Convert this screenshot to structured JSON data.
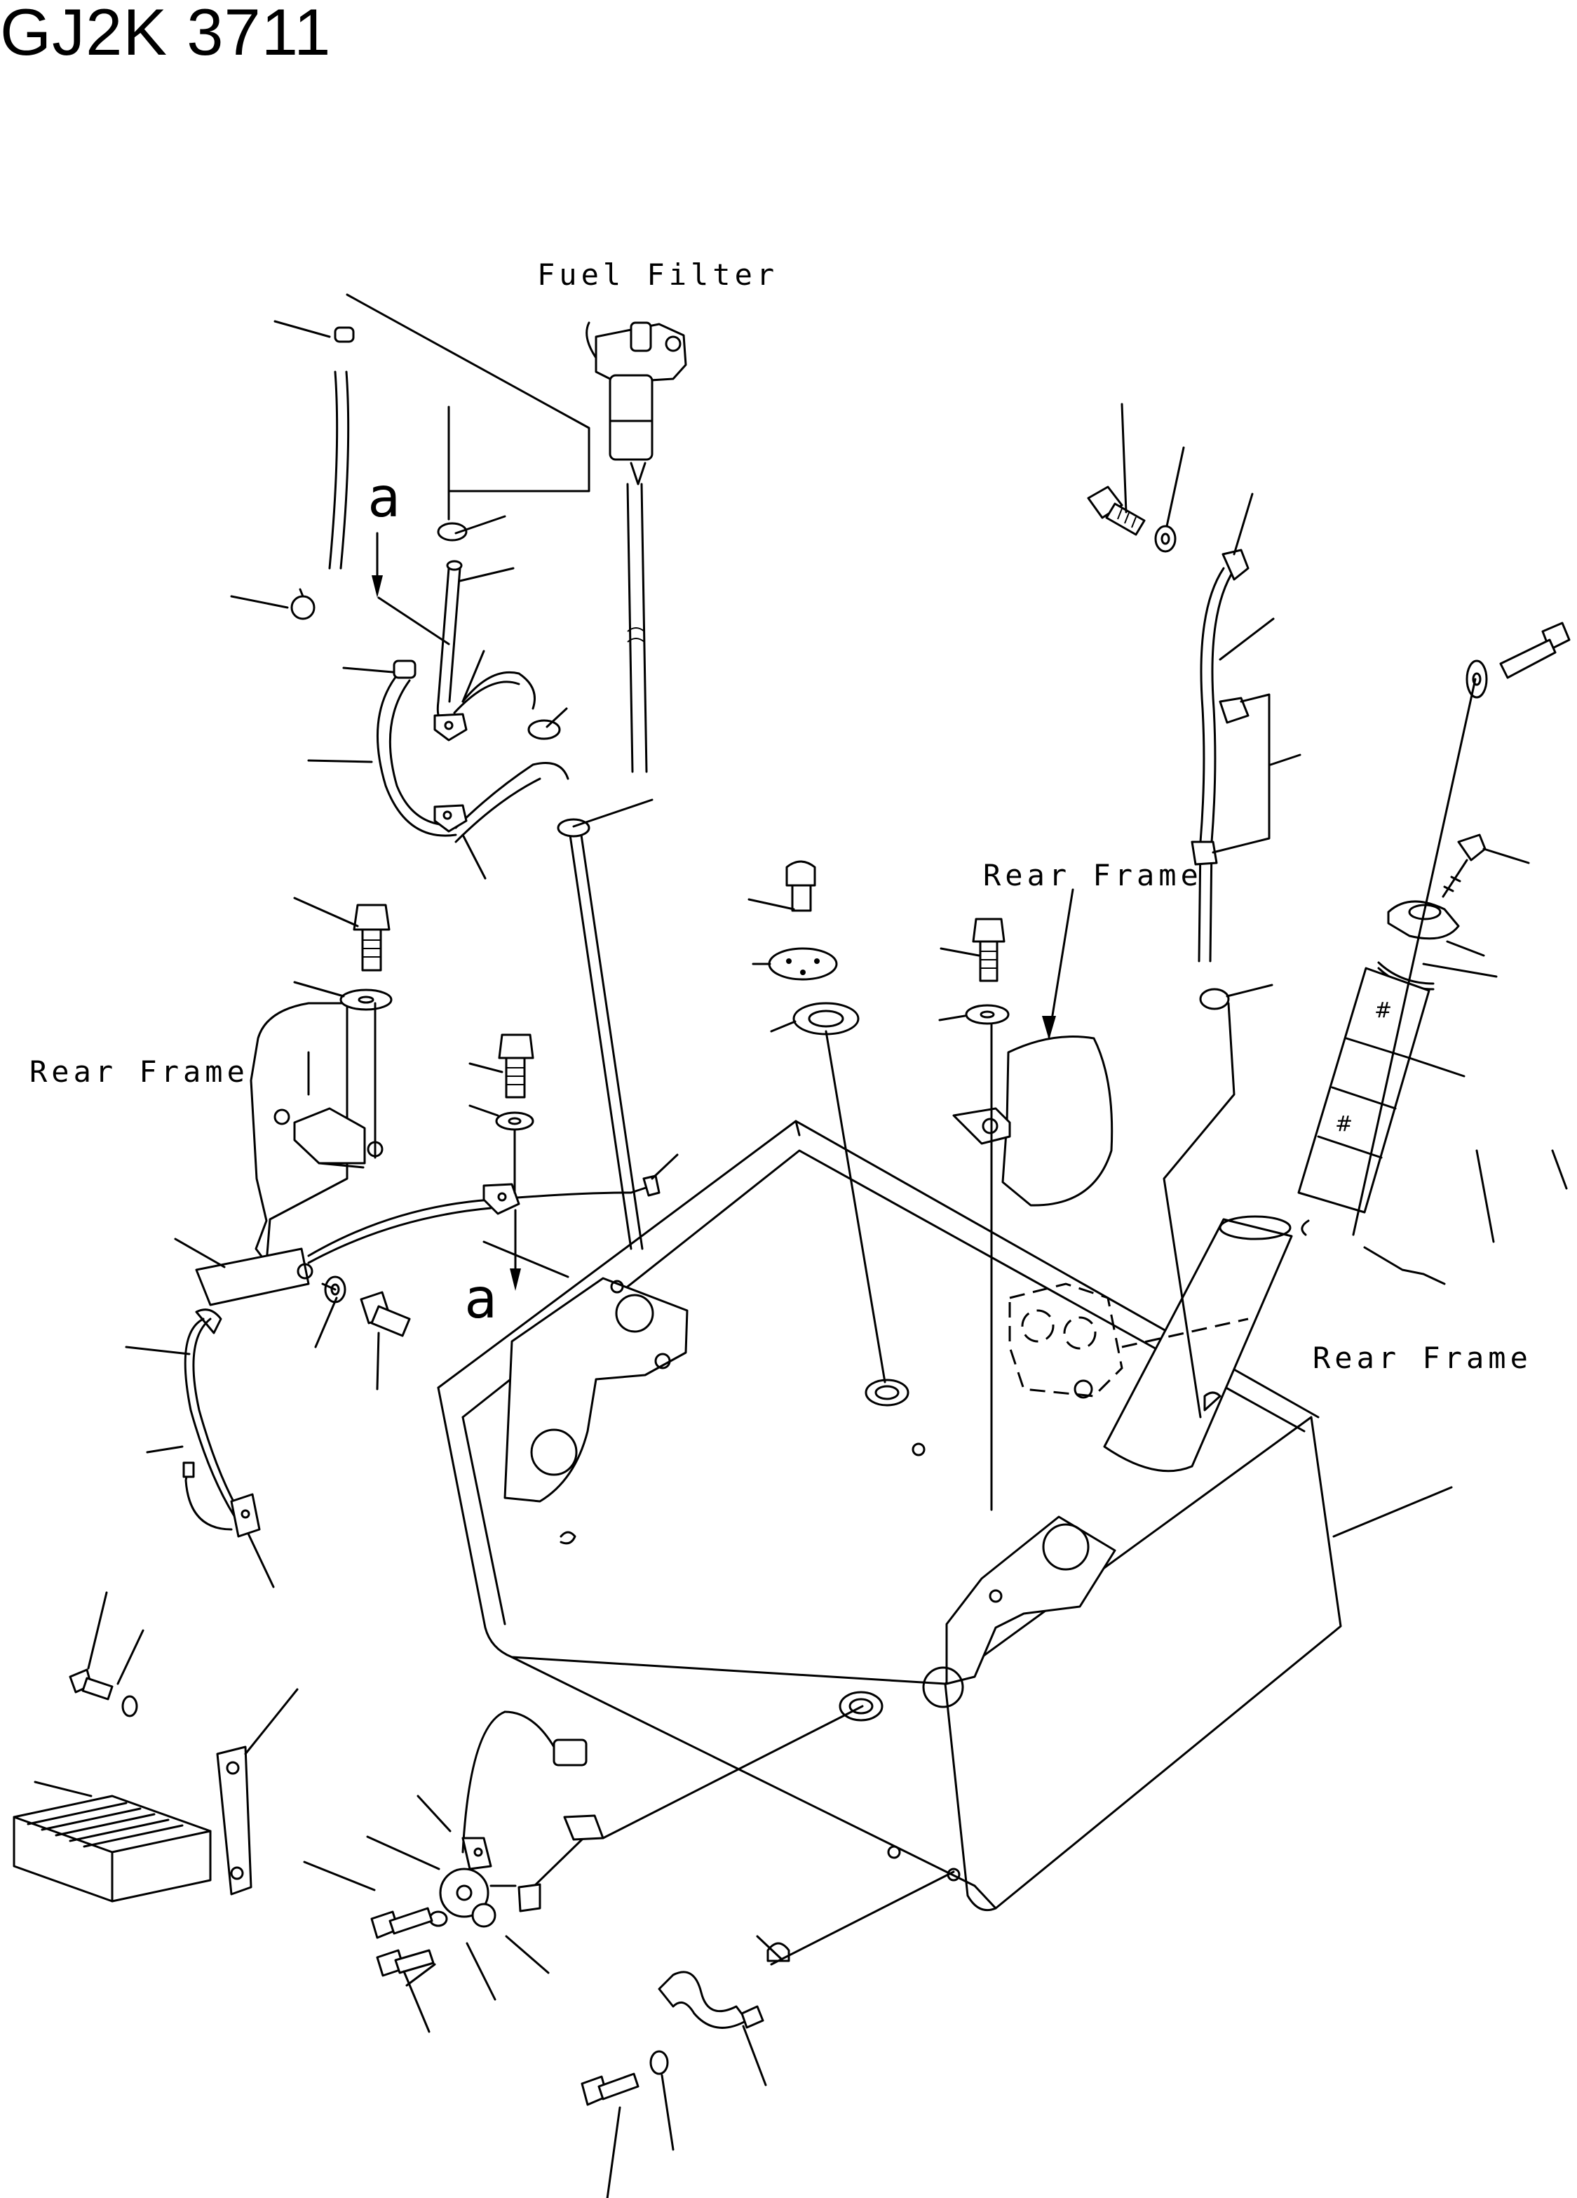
{
  "title": "GJ2K 3711",
  "labels": {
    "fuel_filter": "Fuel Filter",
    "rear_frame_left": "Rear Frame",
    "rear_frame_top": "Rear Frame",
    "rear_frame_right": "Rear Frame",
    "view_mark_top": "a",
    "view_mark_bottom": "a"
  }
}
